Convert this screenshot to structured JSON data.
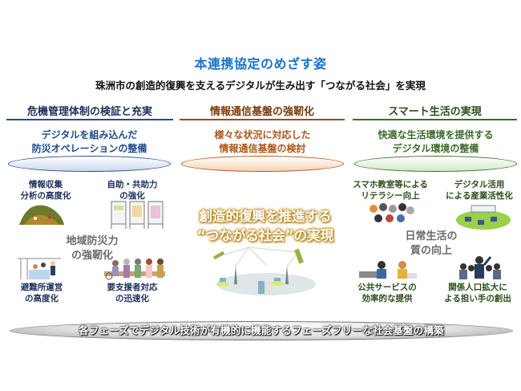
{
  "header": {
    "title": "本連携協定のめざす姿",
    "subtitle": "珠洲市の創造的復興を支えるデジタルが生み出す「つながる社会」を実現"
  },
  "columns": [
    {
      "heading": "危機管理体制の検証と充実",
      "goal_line1": "デジタルを組み込んだ",
      "goal_line2": "防災オペレーションの整備",
      "accent": "#2c4a8a",
      "center_line1": "地域防災力",
      "center_line2": "の強靭化",
      "items": [
        {
          "line1": "情報収集",
          "line2": "分析の高度化",
          "icon": "landslide-illustration"
        },
        {
          "line1": "自助・共助力",
          "line2": "の強化",
          "icon": "info-boards-illustration"
        },
        {
          "line1": "避難所運営",
          "line2": "の高度化",
          "icon": "evacuation-shelter-illustration"
        },
        {
          "line1": "要支援者対応",
          "line2": "の迅速化",
          "icon": "people-in-need-illustration"
        }
      ]
    },
    {
      "heading": "情報通信基盤の強靭化",
      "goal_line1": "様々な状況に対応した",
      "goal_line2": "情報通信基盤の検討",
      "accent": "#a65420",
      "hero_line1": "創造的復興を推進する",
      "hero_line2": "“つながる社会”の実現",
      "icon": "network-satellite-illustration"
    },
    {
      "heading": "スマート生活の実現",
      "goal_line1": "快適な生活環境を提供する",
      "goal_line2": "デジタル環境の整備",
      "accent": "#3e6b2b",
      "center_line1": "日常生活の",
      "center_line2": "質の向上",
      "items": [
        {
          "line1": "スマホ教室等による",
          "line2": "リテラシー向上",
          "icon": "smartphone-class-illustration"
        },
        {
          "line1": "デジタル活用",
          "line2": "による産業活性化",
          "icon": "digital-industry-illustration"
        },
        {
          "line1": "公共サービスの",
          "line2": "効率的な提供",
          "icon": "public-service-illustration"
        },
        {
          "line1": "関係人口拡大に",
          "line2": "よる担い手の創出",
          "icon": "workforce-illustration"
        }
      ]
    }
  ],
  "footer": {
    "text": "各フェーズでデジタル技術が有機的に機能するフェーズフリーな社会基盤の構築"
  }
}
